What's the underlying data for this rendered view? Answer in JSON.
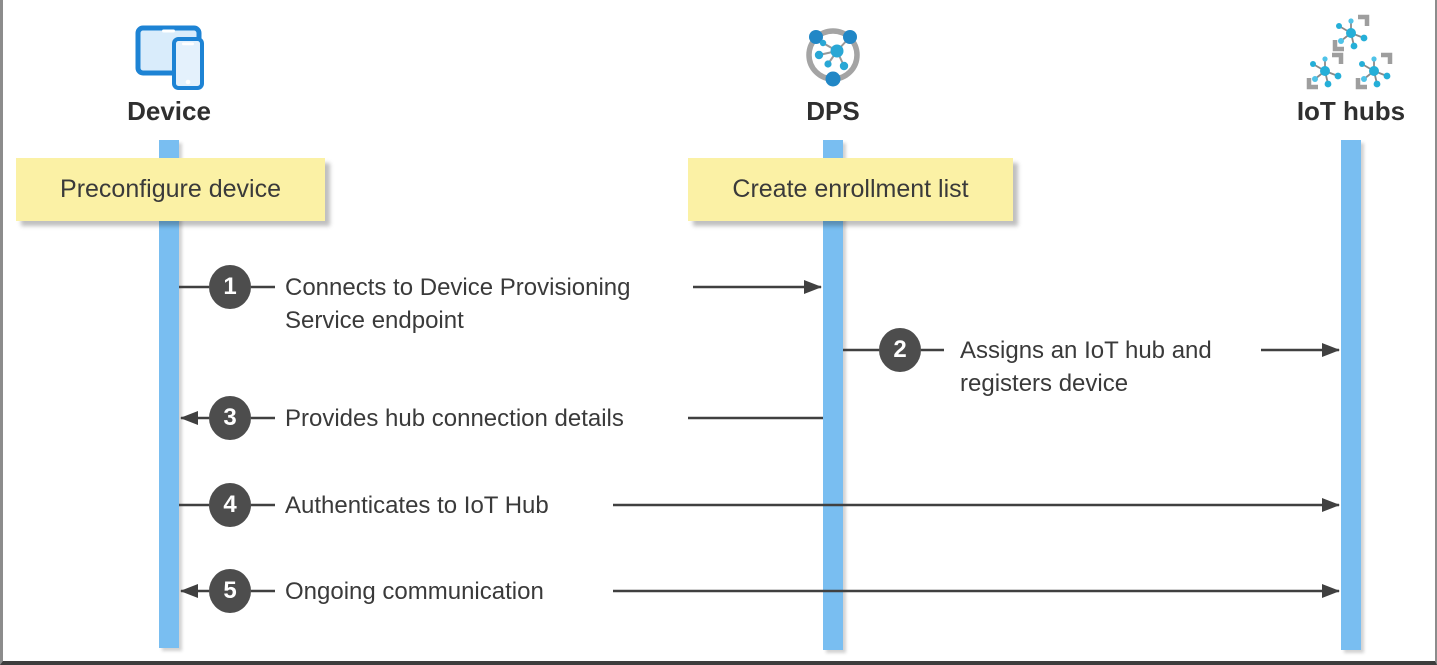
{
  "diagram_type": "sequence-diagram",
  "actors": [
    {
      "id": "device",
      "label": "Device",
      "icon": "device-tablet-phone-icon"
    },
    {
      "id": "dps",
      "label": "DPS",
      "icon": "device-provisioning-service-icon"
    },
    {
      "id": "iot_hubs",
      "label": "IoT hubs",
      "icon": "iot-hubs-icon"
    }
  ],
  "notes": [
    {
      "actor": "device",
      "label": "Preconfigure device"
    },
    {
      "actor": "dps",
      "label": "Create enrollment list"
    }
  ],
  "steps": [
    {
      "number": "1",
      "label": "Connects to Device Provisioning\nService endpoint",
      "from": "Device",
      "to": "DPS",
      "direction": "right"
    },
    {
      "number": "2",
      "label": "Assigns an IoT hub and\nregisters device",
      "from": "DPS",
      "to": "IoT hubs",
      "direction": "right"
    },
    {
      "number": "3",
      "label": "Provides hub connection details",
      "from": "DPS",
      "to": "Device",
      "direction": "left"
    },
    {
      "number": "4",
      "label": "Authenticates to IoT Hub",
      "from": "Device",
      "to": "IoT hubs",
      "direction": "right"
    },
    {
      "number": "5",
      "label": "Ongoing communication",
      "from": "Device",
      "to": "IoT hubs",
      "direction": "both"
    }
  ],
  "colors": {
    "lifeline_blue": "#79bef1",
    "note_yellow": "#fbf1a5",
    "badge_gray": "#4d4d4d",
    "arrow_line": "#404040",
    "text_dark": "#3a3a3a",
    "actor_label": "#2f2f2f",
    "device_icon_blue": "#1d83d4",
    "device_icon_fill": "#d9ecfb",
    "dps_ring_gray": "#a4a4a4",
    "dps_dot_blue": "#2187c6",
    "hub_node_cyan": "#2bb3dc",
    "bracket_gray": "#9e9e9e"
  }
}
